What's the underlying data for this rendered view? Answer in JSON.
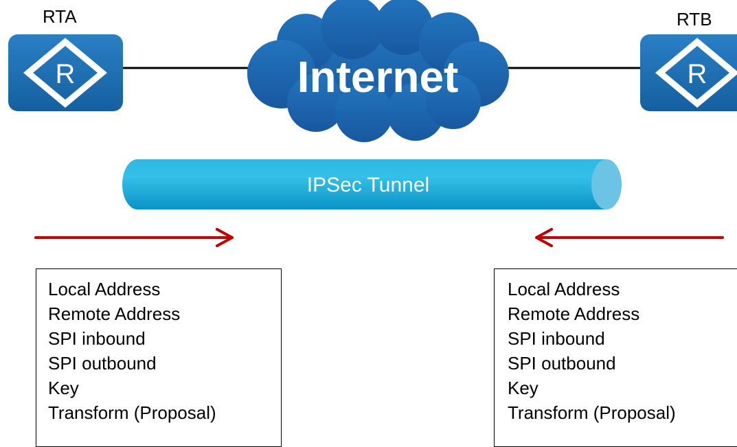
{
  "routers": {
    "left": {
      "label": "RTA",
      "icon": "router-icon",
      "letter": "R"
    },
    "right": {
      "label": "RTB",
      "icon": "router-icon",
      "letter": "R"
    }
  },
  "network": {
    "label": "Internet",
    "icon": "cloud-icon"
  },
  "tunnel": {
    "label": "IPSec Tunnel"
  },
  "sa_fields": {
    "left": [
      "Local Address",
      "Remote Address",
      "SPI inbound",
      "SPI outbound",
      "Key",
      "Transform (Proposal)"
    ],
    "right": [
      "Local Address",
      "Remote Address",
      "SPI inbound",
      "SPI outbound",
      "Key",
      "Transform (Proposal)"
    ]
  },
  "colors": {
    "router_fill": "#1769b4",
    "cloud_fill": "#1b63ad",
    "tunnel_fill": "#0aa3d2",
    "tunnel_end": "#6bc3e5",
    "arrow": "#c00000",
    "link": "#000000"
  }
}
